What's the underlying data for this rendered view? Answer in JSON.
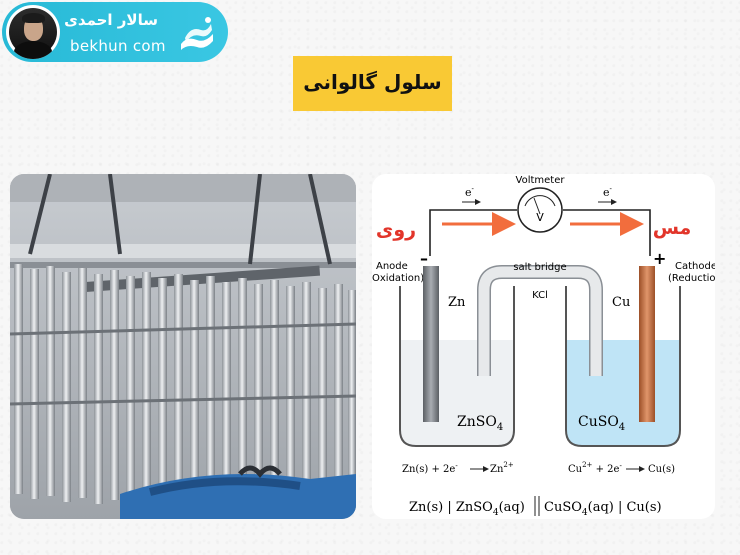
{
  "header": {
    "author": "سالار احمدی",
    "site": "bekhun com",
    "logo_icon": "bekhun-book-logo-icon"
  },
  "title": "سلول گالوانی",
  "photo": {
    "subject": "anodizing-rack-photo"
  },
  "diagram": {
    "voltmeter_label": "Voltmeter",
    "voltmeter_symbol": "V",
    "electron_left": "e",
    "electron_right": "e",
    "electron_sup": "-",
    "anode_name_fa": "روی",
    "cathode_name_fa": "مس",
    "anode_sign": "–",
    "cathode_sign": "+",
    "anode_label_1": "Anode",
    "anode_label_2": "Oxidation)",
    "cathode_label_1": "Cathode",
    "cathode_label_2": "(Reduction",
    "salt_bridge": "salt bridge",
    "kcl": "KCl",
    "zn": "Zn",
    "cu": "Cu",
    "znso4": "ZnSO",
    "cuso4": "CuSO",
    "sub4": "4",
    "anode_reaction": {
      "a": "Zn(s) + 2e",
      "b": "Zn",
      "sup_e": "-",
      "sup_ion": "2+"
    },
    "cathode_reaction": {
      "a": "Cu",
      "sup_ion": "2+",
      "b": " + 2e",
      "sup_e": "-",
      "c": "Cu(s)"
    },
    "cell_notation": {
      "p1": "Zn(s) | ZnSO",
      "p2": "(aq)",
      "p3": "CuSO",
      "p4": "(aq) | Cu(s)",
      "sub": "4"
    },
    "colors": {
      "arrow": "#f26d3d",
      "fa_label": "#e2352a",
      "cathode_solution": "#bfe4f6",
      "anode_solution": "#eef1f3",
      "copper": "#c56a3e",
      "zinc": "#7d8186"
    }
  }
}
